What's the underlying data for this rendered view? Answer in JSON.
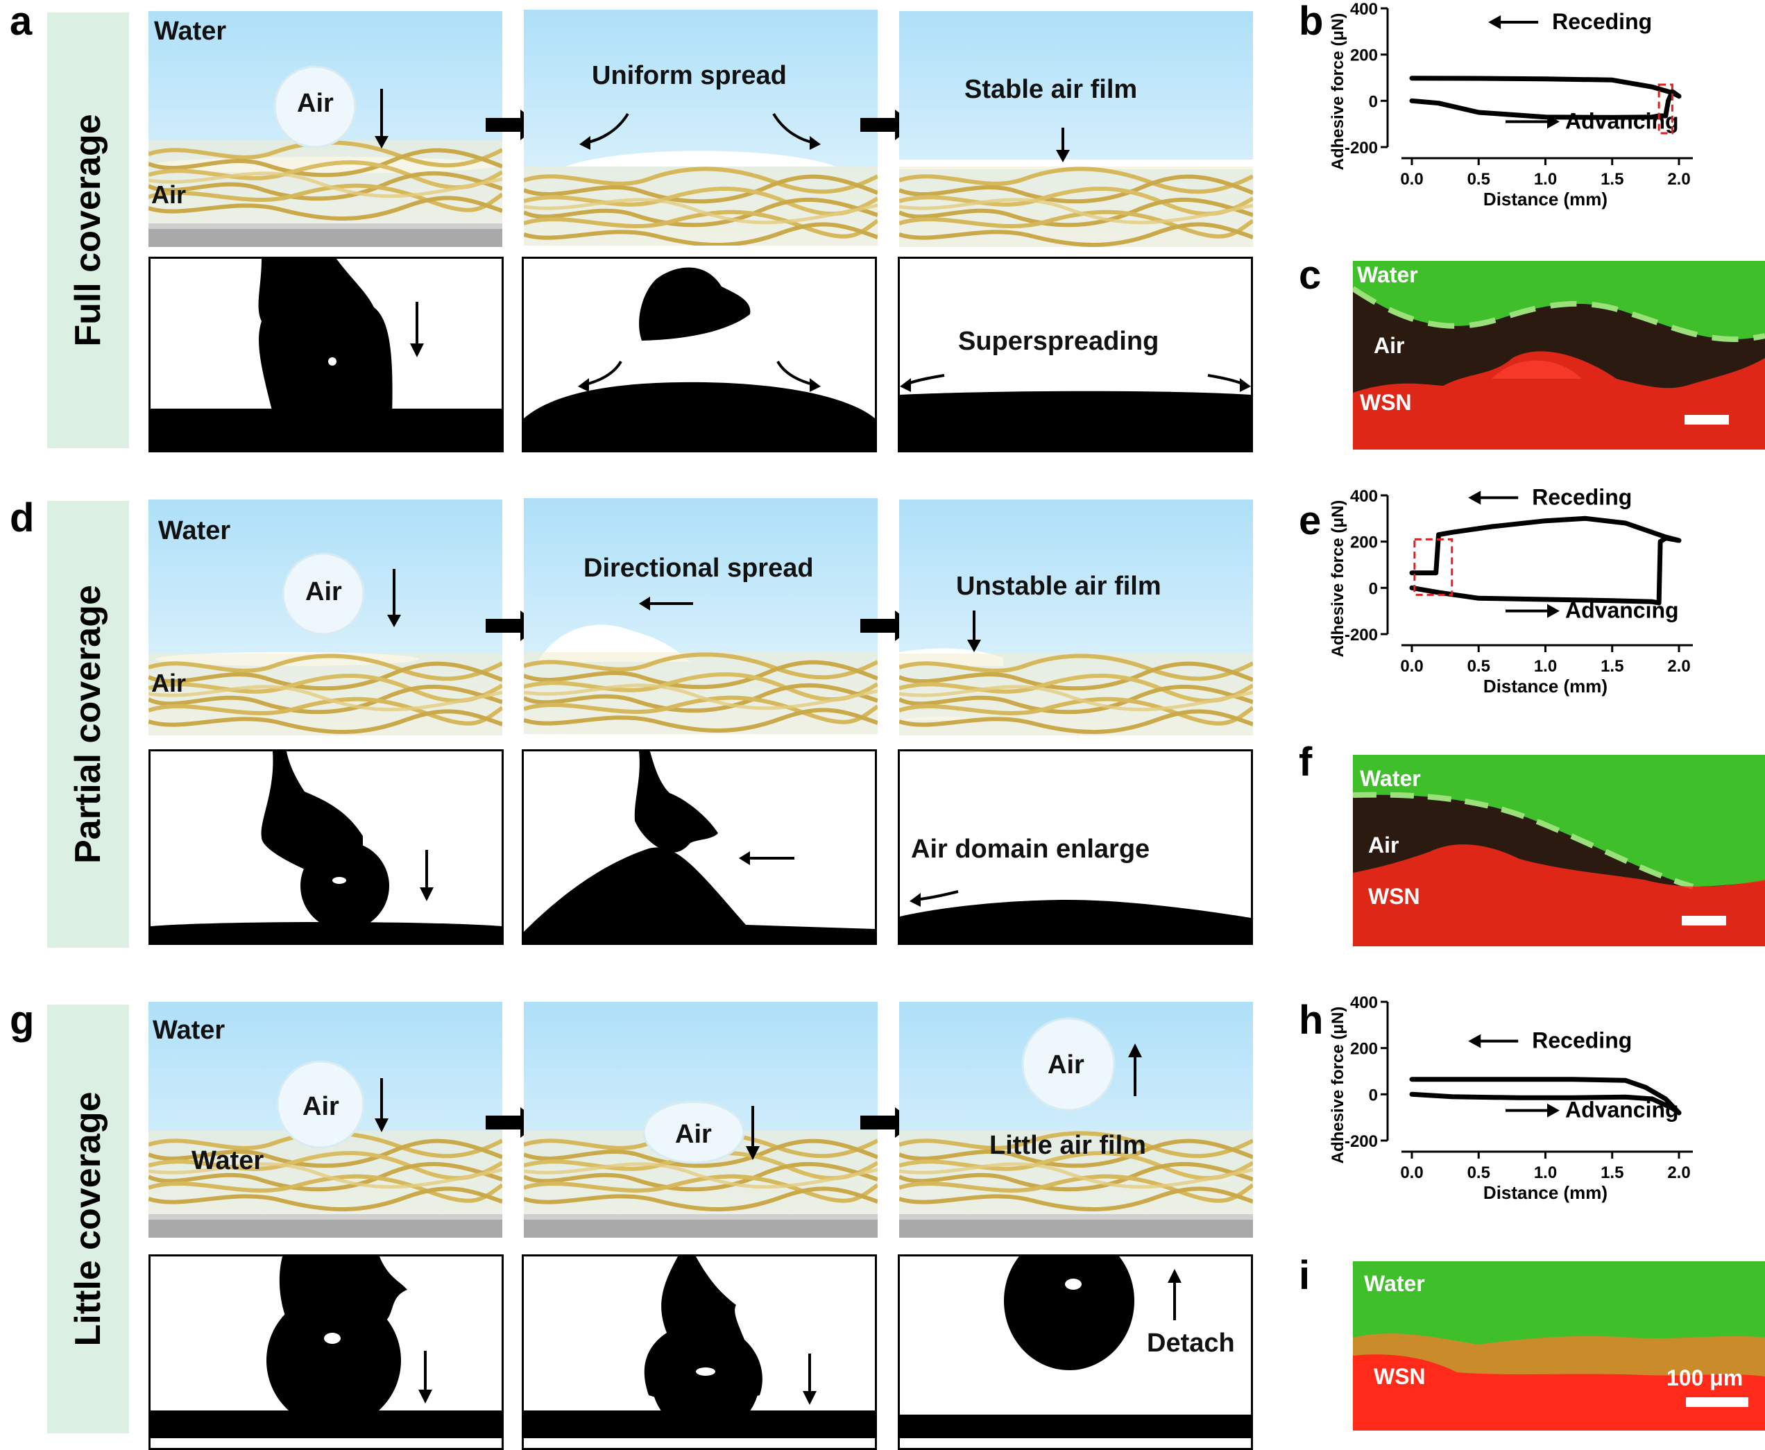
{
  "panel_labels": {
    "a": "a",
    "b": "b",
    "c": "c",
    "d": "d",
    "e": "e",
    "f": "f",
    "g": "g",
    "h": "h",
    "i": "i"
  },
  "rows": [
    {
      "title": "Full coverage",
      "schematic": [
        "Water",
        "Air",
        "Air",
        "Uniform spread",
        "Stable air film"
      ],
      "photo": "Superspreading"
    },
    {
      "title": "Partial coverage",
      "schematic": [
        "Water",
        "Air",
        "Air",
        "Directional spread",
        "Unstable air film"
      ],
      "photo": "Air domain enlarge"
    },
    {
      "title": "Little coverage",
      "schematic": [
        "Water",
        "Air",
        "Water",
        "Air",
        "Air",
        "Little air film"
      ],
      "photo": "Detach"
    }
  ],
  "fluorescence": {
    "c": {
      "labels": [
        "Water",
        "Air",
        "WSN"
      ]
    },
    "f": {
      "labels": [
        "Water",
        "Air",
        "WSN"
      ]
    },
    "i": {
      "labels": [
        "Water",
        "WSN"
      ],
      "scalebar": "100 μm"
    }
  },
  "colors": {
    "fiber": "#d6b85c",
    "water_sky": "#aee0f8",
    "green_fluo": "#3fbf2a",
    "red_fluo": "#ff2a1a",
    "band": "#dcefe3"
  },
  "chart_data": [
    {
      "id": "b",
      "type": "line",
      "xlabel": "Distance (mm)",
      "ylabel": "Adhesive force (μN)",
      "xlim": [
        0,
        2.0
      ],
      "ylim": [
        -200,
        400
      ],
      "xticks": [
        "0.0",
        "0.5",
        "1.0",
        "1.5",
        "2.0"
      ],
      "yticks": [
        "-200",
        "0",
        "200",
        "400"
      ],
      "annotations": [
        "Receding",
        "Advancing"
      ],
      "series": [
        {
          "x": [
            0,
            0.2,
            0.5,
            1.0,
            1.5,
            1.8,
            1.85,
            1.9
          ],
          "y": [
            0,
            -10,
            -50,
            -70,
            -72,
            -70,
            -65,
            -65
          ]
        },
        {
          "x": [
            1.9,
            1.92,
            1.95,
            2.0,
            1.95,
            1.8,
            1.5,
            1.0,
            0.5,
            0.0
          ],
          "y": [
            -65,
            0,
            40,
            20,
            35,
            60,
            90,
            95,
            97,
            98
          ]
        }
      ]
    },
    {
      "id": "e",
      "type": "line",
      "xlabel": "Distance (mm)",
      "ylabel": "Adhesive force (μN)",
      "xlim": [
        0,
        2.0
      ],
      "ylim": [
        -200,
        400
      ],
      "xticks": [
        "0.0",
        "0.5",
        "1.0",
        "1.5",
        "2.0"
      ],
      "yticks": [
        "-200",
        "0",
        "200",
        "400"
      ],
      "annotations": [
        "Receding",
        "Advancing"
      ],
      "series": [
        {
          "x": [
            0,
            0.2,
            0.5,
            1.0,
            1.5,
            1.8,
            1.85
          ],
          "y": [
            0,
            -20,
            -45,
            -50,
            -55,
            -60,
            -65
          ]
        },
        {
          "x": [
            1.85,
            1.86,
            1.9,
            2.0,
            1.9,
            1.6,
            1.3,
            1.0,
            0.6,
            0.3,
            0.2,
            0.18,
            0.1,
            0.0
          ],
          "y": [
            -65,
            200,
            215,
            205,
            220,
            280,
            300,
            290,
            265,
            240,
            230,
            65,
            65,
            65
          ]
        }
      ]
    },
    {
      "id": "h",
      "type": "line",
      "xlabel": "Distance (mm)",
      "ylabel": "Adhesive force (μN)",
      "xlim": [
        0,
        2.0
      ],
      "ylim": [
        -200,
        400
      ],
      "xticks": [
        "0.0",
        "0.5",
        "1.0",
        "1.5",
        "2.0"
      ],
      "yticks": [
        "-200",
        "0",
        "200",
        "400"
      ],
      "annotations": [
        "Receding",
        "Advancing"
      ],
      "series": [
        {
          "x": [
            0,
            0.3,
            0.8,
            1.2,
            1.6,
            1.8,
            1.95,
            2.0
          ],
          "y": [
            0,
            -10,
            -15,
            -15,
            -12,
            -20,
            -60,
            -80
          ]
        },
        {
          "x": [
            2.0,
            1.9,
            1.75,
            1.6,
            1.2,
            0.6,
            0.0
          ],
          "y": [
            -80,
            -20,
            30,
            60,
            65,
            65,
            65
          ]
        }
      ]
    }
  ]
}
